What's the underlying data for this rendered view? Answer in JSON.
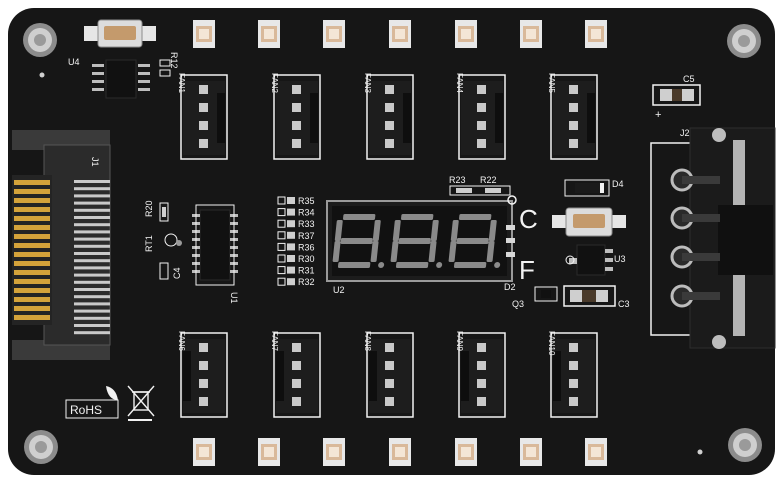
{
  "board": {
    "colors": {
      "pcb": "#161616",
      "silkscreen": "#f2f2f2",
      "gold": "#d4a23a",
      "header": "#1d1d1d",
      "pin": "#c9c9c9",
      "display_segment": "#8a8a8a",
      "hole_metal": "#bdbdbd"
    },
    "labels": {
      "u4": "U4",
      "r12": "R12",
      "c5": "C5",
      "c5_polarity": "+",
      "j1": "J1",
      "j2": "J2",
      "r20": "R20",
      "rt1": "RT1",
      "c4": "C4",
      "u1": "U1",
      "u2": "U2",
      "r23": "R23",
      "r22": "R22",
      "d4": "D4",
      "u3": "U3",
      "d2": "D2",
      "q3": "Q3",
      "c3": "C3",
      "unit_celsius": "C",
      "unit_fahrenheit": "F",
      "rohs": "RoHS"
    },
    "resistor_stack": [
      "R35",
      "R34",
      "R33",
      "R37",
      "R36",
      "R30",
      "R31",
      "R32"
    ],
    "fans_top": [
      "FAN1",
      "FAN2",
      "FAN3",
      "FAN4",
      "FAN5"
    ],
    "fans_bottom": [
      "FAN6",
      "FAN7",
      "FAN8",
      "FAN9",
      "FAN10"
    ],
    "display_digits": [
      "8",
      "8",
      "8"
    ],
    "icons": {
      "recycle_bin": "crossed-out-wheelie-bin-icon",
      "mounting_hole": "mounting-hole-icon",
      "led": "smd-led-icon"
    }
  }
}
